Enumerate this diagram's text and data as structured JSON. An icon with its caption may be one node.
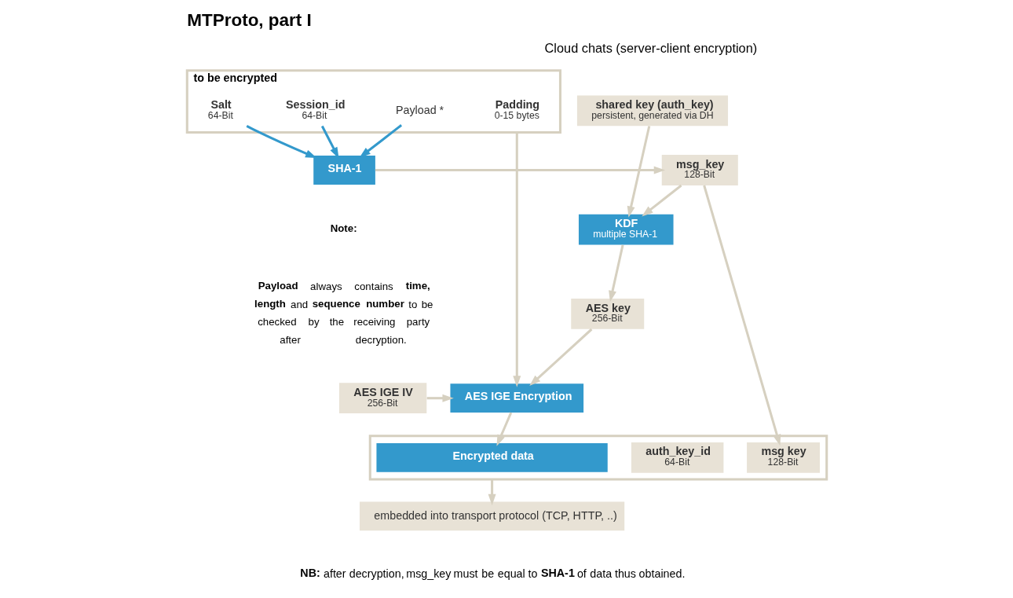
{
  "diagram": {
    "title": "MTProto, part I",
    "caption": "**NB:** after decryption, msg_key must be equal to **SHA-1** of data thus obtained.",
    "nodes": [
      {
        "text": [
          "to be encrypted"
        ]
      },
      {
        "text": [
          "Salt",
          "64-Bit"
        ],
        "in": 0
      },
      {
        "text": [
          "Session_id",
          "64-Bit"
        ],
        "in": 0
      },
      {
        "text": [
          "Payload *"
        ],
        "in": 0
      },
      {
        "text": [
          "Padding",
          "0-15 bytes"
        ],
        "in": 0
      },
      {
        "text": [
          "shared key (auth_key)",
          "persistent, generated via DH"
        ]
      },
      {
        "text": [
          "msg_key",
          "128-Bit"
        ]
      },
      {
        "text": [
          "SHA-1"
        ]
      },
      {
        "text": [
          "KDF",
          "multiple SHA-1"
        ]
      },
      {
        "text": [
          "AES key",
          "256-Bit"
        ]
      },
      {
        "text": [
          "AES IGE IV",
          "256-Bit"
        ]
      },
      {
        "text": [
          "AES IGE Encryption"
        ]
      },
      {
        "text": [],
        "shape": "bracket"
      },
      {
        "text": [
          "auth_key_id",
          "64-Bit"
        ],
        "in": 12
      },
      {
        "text": [
          "msg key",
          "128-Bit"
        ],
        "in": 12
      },
      {
        "text": [
          "Encrypted data"
        ],
        "in": 12
      },
      {
        "text": [
          "embedded into transport protocol (TCP, HTTP, ..)"
        ]
      }
    ],
    "edges": [
      {
        "from": 1,
        "to": 7,
        "arrow": "to",
        "color": "#3399cc"
      },
      {
        "from": 2,
        "to": 7,
        "arrow": "to",
        "color": "#3399cc"
      },
      {
        "from": 3,
        "to": 7,
        "arrow": "to",
        "color": "#3399cc"
      },
      {
        "from": 7,
        "to": 6,
        "arrow": "to"
      },
      {
        "from": 0,
        "to": 11,
        "arrow": "to"
      },
      {
        "from": 5,
        "to": 8,
        "arrow": "to"
      },
      {
        "from": 6,
        "to": 8,
        "arrow": "to"
      },
      {
        "from": 6,
        "to": 14,
        "arrow": "to"
      },
      {
        "from": 8,
        "to": 9,
        "arrow": "to"
      },
      {
        "from": 9,
        "to": 11,
        "arrow": "to"
      },
      {
        "from": 10,
        "to": 11,
        "arrow": "to"
      },
      {
        "from": 11,
        "to": 15,
        "arrow": "to"
      },
      {
        "from": 12,
        "to": 16,
        "arrow": "to"
      }
    ],
    "labels": [
      "Cloud chats (server-client encryption)",
      "Note:",
      "**Payload** always contains **time, length** and **sequence number** to be checked by the receiving party after decryption."
    ]
  }
}
